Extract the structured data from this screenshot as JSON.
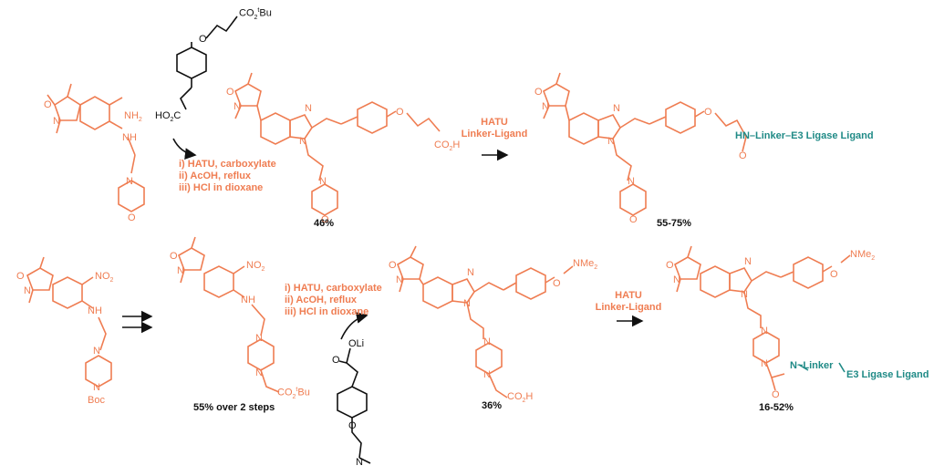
{
  "reagents": {
    "step1": [
      "i) HATU, carboxylate",
      "ii) AcOH, reflux",
      "iii) HCl in dioxane"
    ],
    "step2": [
      "HATU",
      "Linker-Ligand"
    ],
    "step3": [
      "i) HATU, carboxylate",
      "ii) AcOH, reflux",
      "iii) HCl in dioxane"
    ],
    "step4": [
      "HATU",
      "Linker-Ligand"
    ]
  },
  "yields": {
    "product1": "46%",
    "product2": "55-75%",
    "intermediate": "55% over 2 steps",
    "product3": "36%",
    "product4": "16-52%"
  },
  "linker_labels": {
    "top": "HN–Linker–E3 Ligase Ligand",
    "bottom_linker": "N~Linker",
    "bottom_ligand": "E3 Ligase Ligand"
  },
  "atoms": {
    "O": "O",
    "N": "N",
    "NH": "NH",
    "NH2": "NH2",
    "NO2": "NO2",
    "HO2C": "HO2C",
    "CO2H": "CO2H",
    "tBu_ester": "CO2tBu",
    "NMe2": "NMe2",
    "Boc": "Boc",
    "OLi": "OLi"
  },
  "colors": {
    "scaffold": "#ef7d52",
    "reagent_structure": "#111111",
    "linker": "#1f8a86"
  }
}
